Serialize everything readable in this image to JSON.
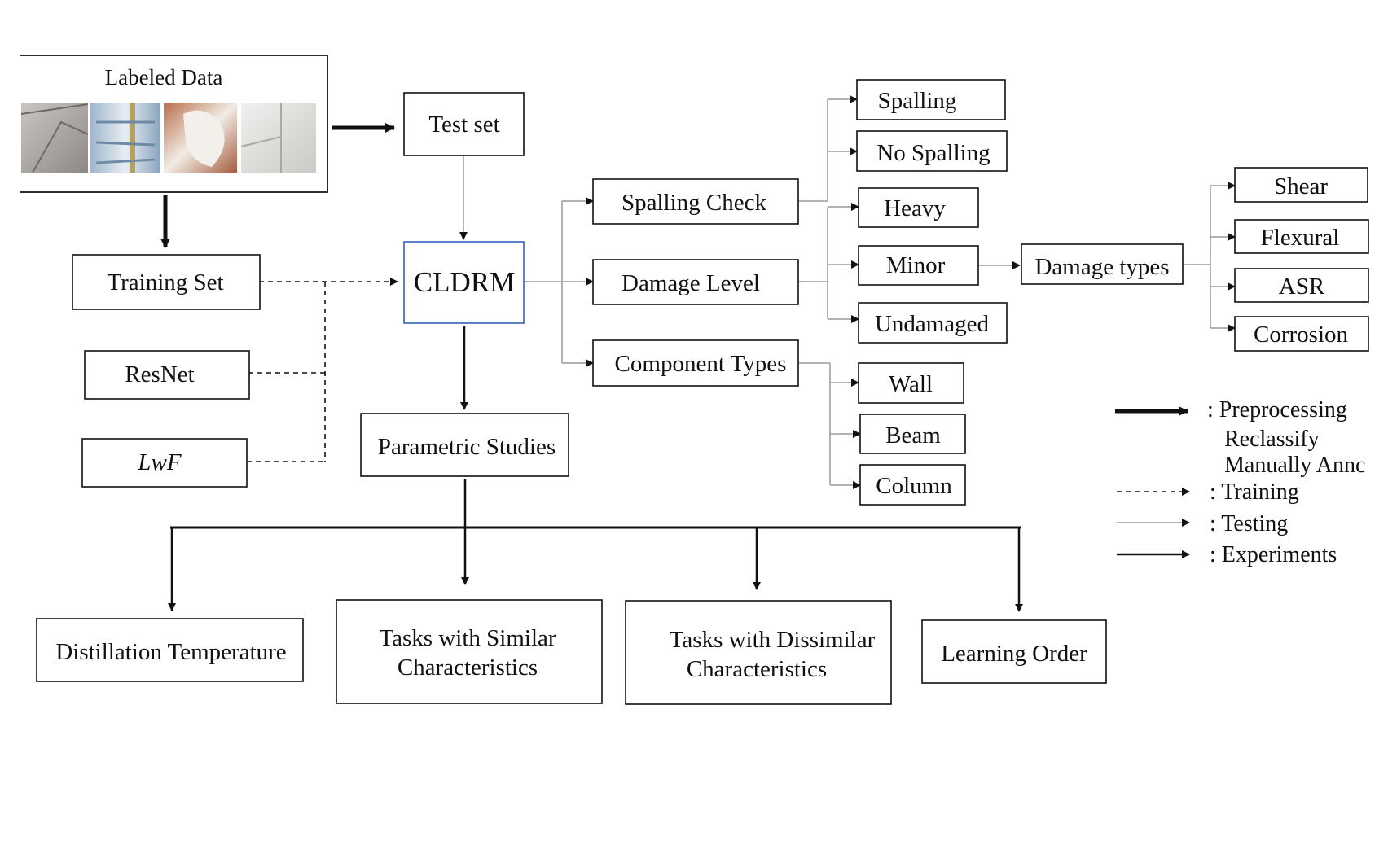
{
  "labeled_data": {
    "title": "Labeled Data"
  },
  "boxes": {
    "test_set": "Test set",
    "training_set": "Training Set",
    "resnet": "ResNet",
    "lwf": "LwF",
    "cldrm": "CLDRM",
    "parametric_studies": "Parametric Studies",
    "spalling_check": "Spalling Check",
    "damage_level": "Damage Level",
    "component_types": "Component Types",
    "spalling": "Spalling",
    "no_spalling": "No Spalling",
    "heavy": "Heavy",
    "minor": "Minor",
    "undamaged": "Undamaged",
    "wall": "Wall",
    "beam": "Beam",
    "column": "Column",
    "damage_types": "Damage types",
    "shear": "Shear",
    "flexural": "Flexural",
    "asr": "ASR",
    "corrosion": "Corrosion",
    "distillation_temperature": "Distillation Temperature",
    "tasks_similar_l1": "Tasks with Similar",
    "tasks_similar_l2": "Characteristics",
    "tasks_dissimilar_l1": "Tasks with Dissimilar",
    "tasks_dissimilar_l2": "Characteristics",
    "learning_order": "Learning Order"
  },
  "legend": {
    "preprocessing": ": Preprocessing",
    "reclassify": "Reclassify",
    "manually": "Manually Annc",
    "training": ": Training",
    "testing": ": Testing",
    "experiments": ": Experiments"
  },
  "colors": {
    "cldrm_border": "#4a72c4",
    "line": "#111111",
    "thin_line": "#9a9a9a"
  }
}
